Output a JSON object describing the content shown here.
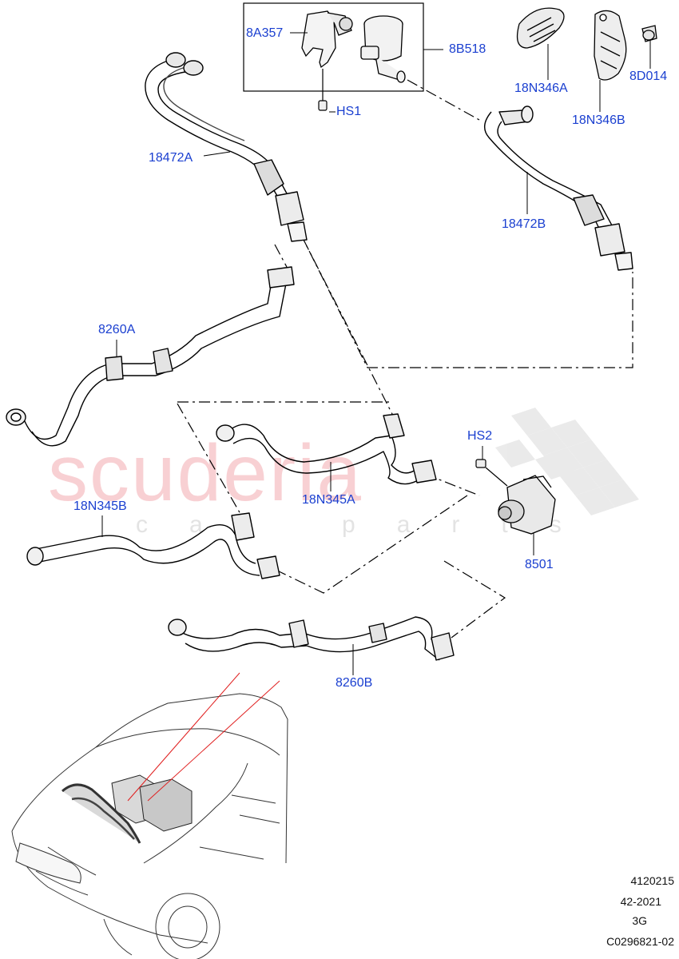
{
  "watermark": {
    "main": "scuderia",
    "sub": "car parts"
  },
  "callouts": [
    {
      "id": "8A357",
      "text": "8A357"
    },
    {
      "id": "8B518",
      "text": "8B518"
    },
    {
      "id": "HS1",
      "text": "HS1"
    },
    {
      "id": "18N346A",
      "text": "18N346A"
    },
    {
      "id": "8D014",
      "text": "8D014"
    },
    {
      "id": "18N346B",
      "text": "18N346B"
    },
    {
      "id": "18472A",
      "text": "18472A"
    },
    {
      "id": "18472B",
      "text": "18472B"
    },
    {
      "id": "8260A",
      "text": "8260A"
    },
    {
      "id": "HS2",
      "text": "HS2"
    },
    {
      "id": "18N345A",
      "text": "18N345A"
    },
    {
      "id": "18N345B",
      "text": "18N345B"
    },
    {
      "id": "8501",
      "text": "8501"
    },
    {
      "id": "8260B",
      "text": "8260B"
    }
  ],
  "reference": {
    "line1": "4120215",
    "line2": "42-2021",
    "line3": "3G",
    "line4": "C0296821-02"
  },
  "colors": {
    "label": "#1a3fd0",
    "line": "#000000",
    "accent": "#e02020",
    "watermark": "#f7c8cc"
  }
}
